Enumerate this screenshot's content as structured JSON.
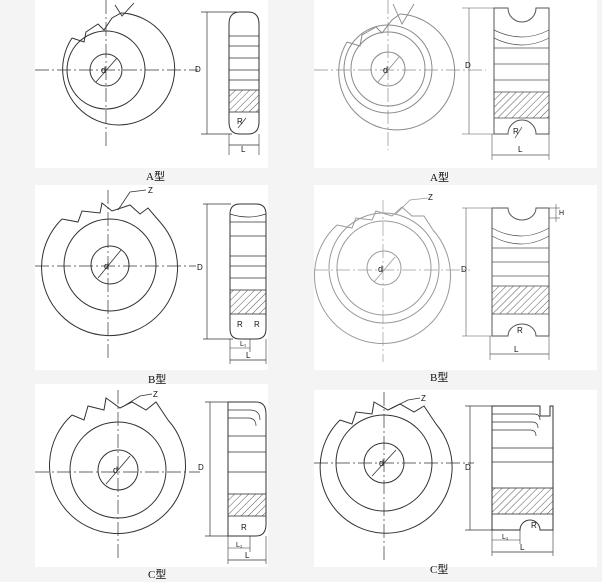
{
  "captions": {
    "p1": "A型",
    "p2": "A型",
    "p3": "B型",
    "p4": "B型",
    "p5": "C型",
    "p6": "C型"
  },
  "labels": {
    "d": "d",
    "D": "D",
    "R": "R",
    "L": "L",
    "L1": "L₁",
    "Z": "Z",
    "H": "H"
  },
  "colors": {
    "line": "#333333",
    "faint": "#8a8a8a",
    "paper": "#ffffff",
    "background": "#f4f4f4"
  }
}
